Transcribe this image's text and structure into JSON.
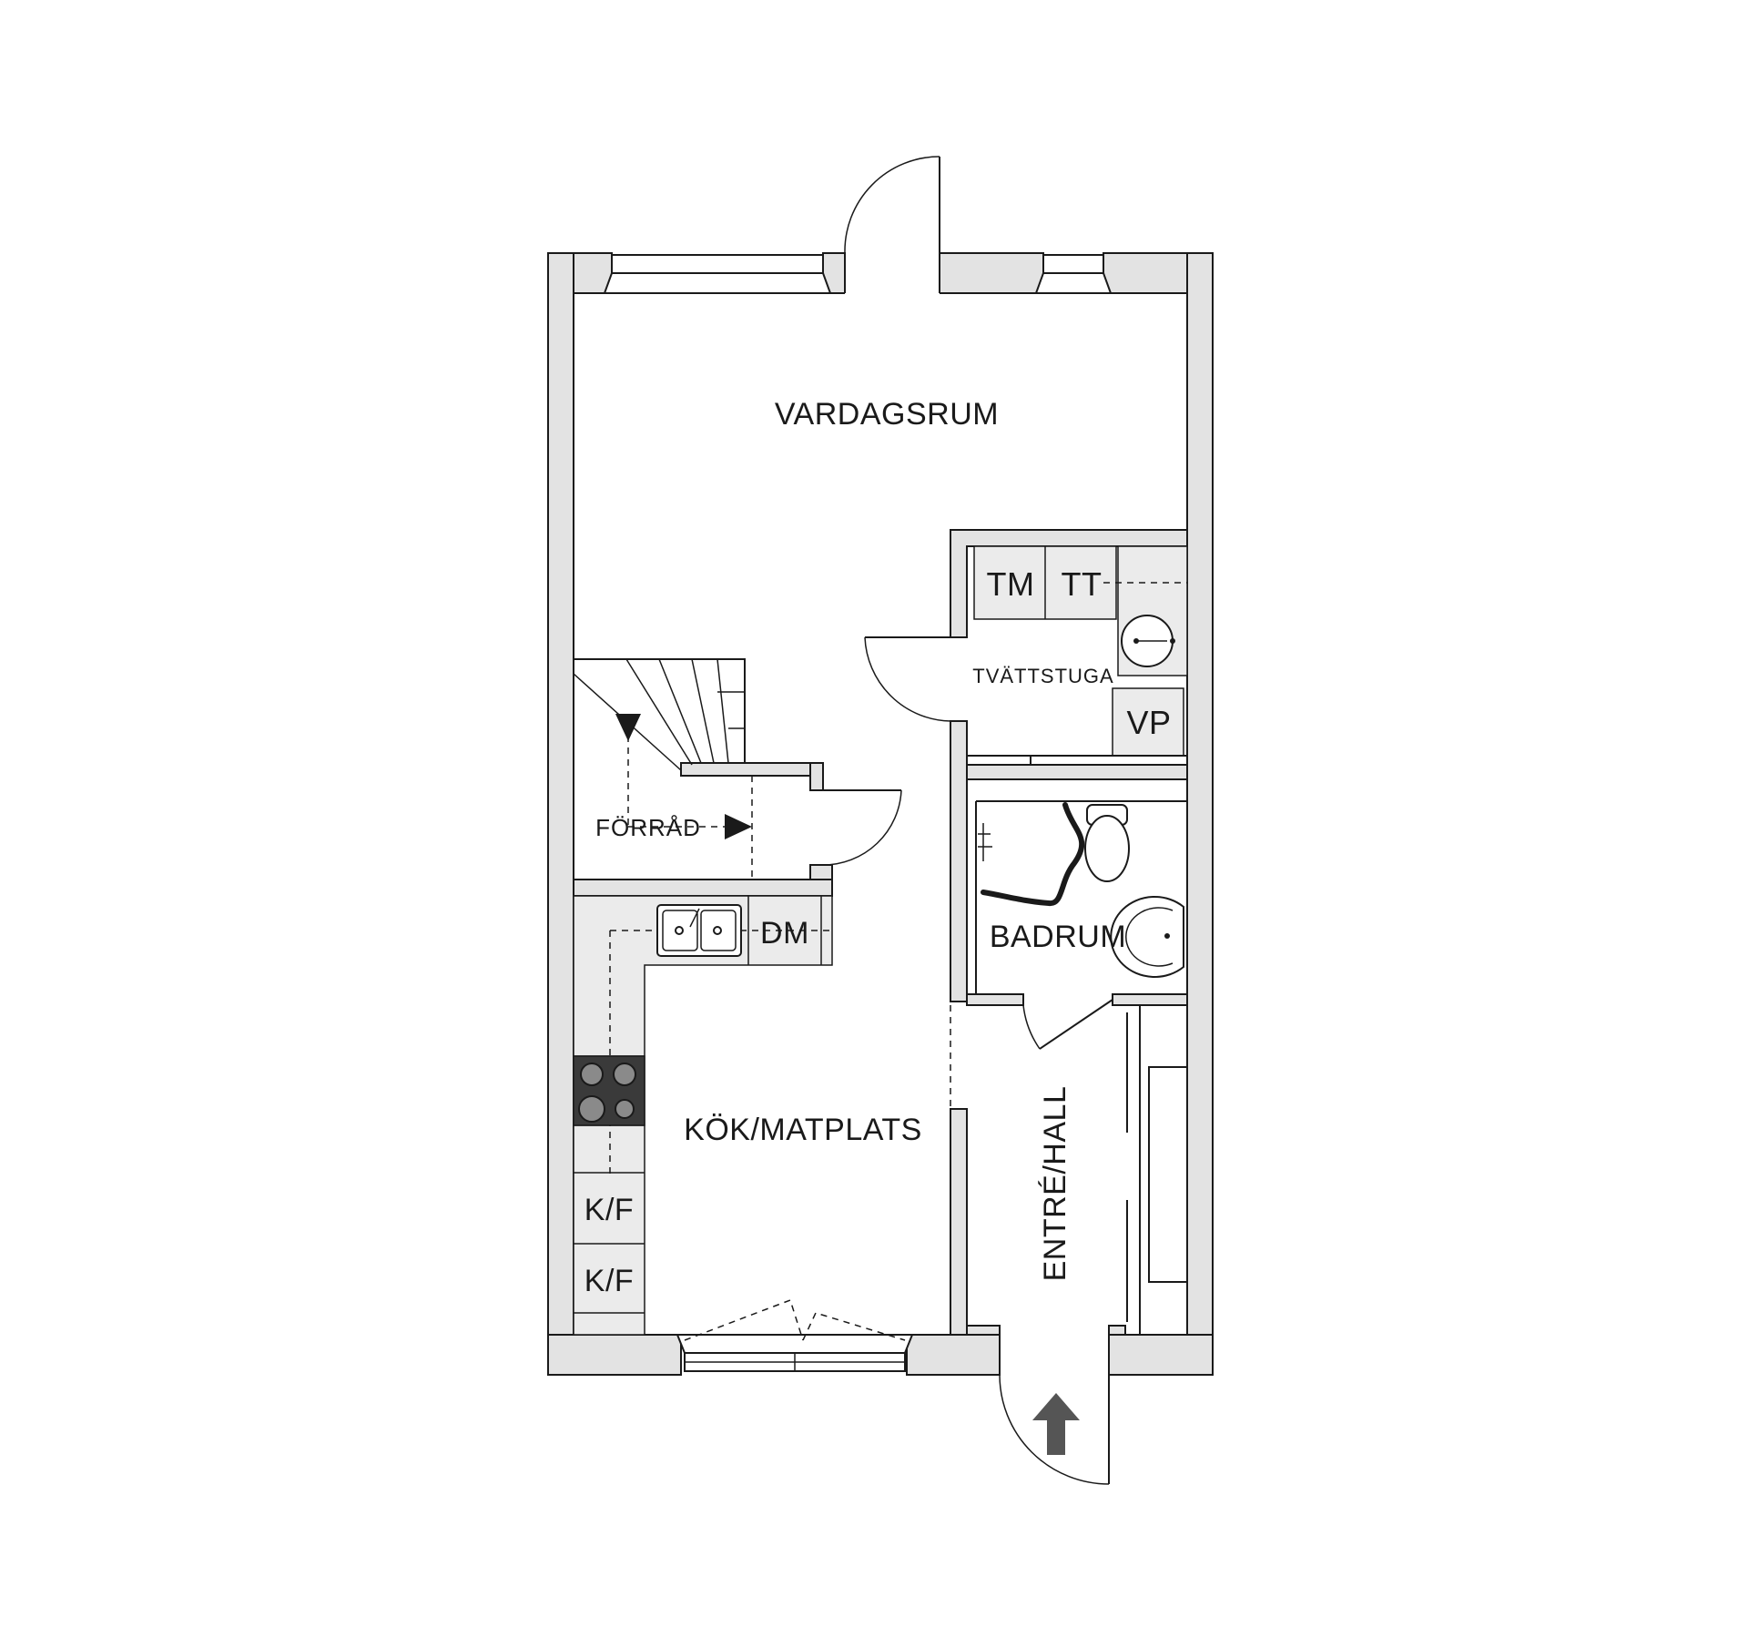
{
  "rooms": {
    "vardagsrum": "VARDAGSRUM",
    "tvattstuga": "TVÄTTSTUGA",
    "forrad": "FÖRRÅD",
    "badrum": "BADRUM",
    "kok": "KÖK/MATPLATS",
    "entre": "ENTRÉ/HALL"
  },
  "appliances": {
    "tm": "TM",
    "tt": "TT",
    "vp": "VP",
    "dm": "DM",
    "kf1": "K/F",
    "kf2": "K/F"
  },
  "icons": {
    "entrance": "entrance-arrow-icon",
    "stove": "stove-icon",
    "sink": "double-sink-icon",
    "toilet": "toilet-icon",
    "washbasin": "washbasin-icon",
    "shower": "shower-icon"
  },
  "colors": {
    "wall_fill": "#e3e3e3",
    "stroke": "#1a1a1a",
    "stove": "#3a3a3a",
    "arrow": "#555555"
  }
}
